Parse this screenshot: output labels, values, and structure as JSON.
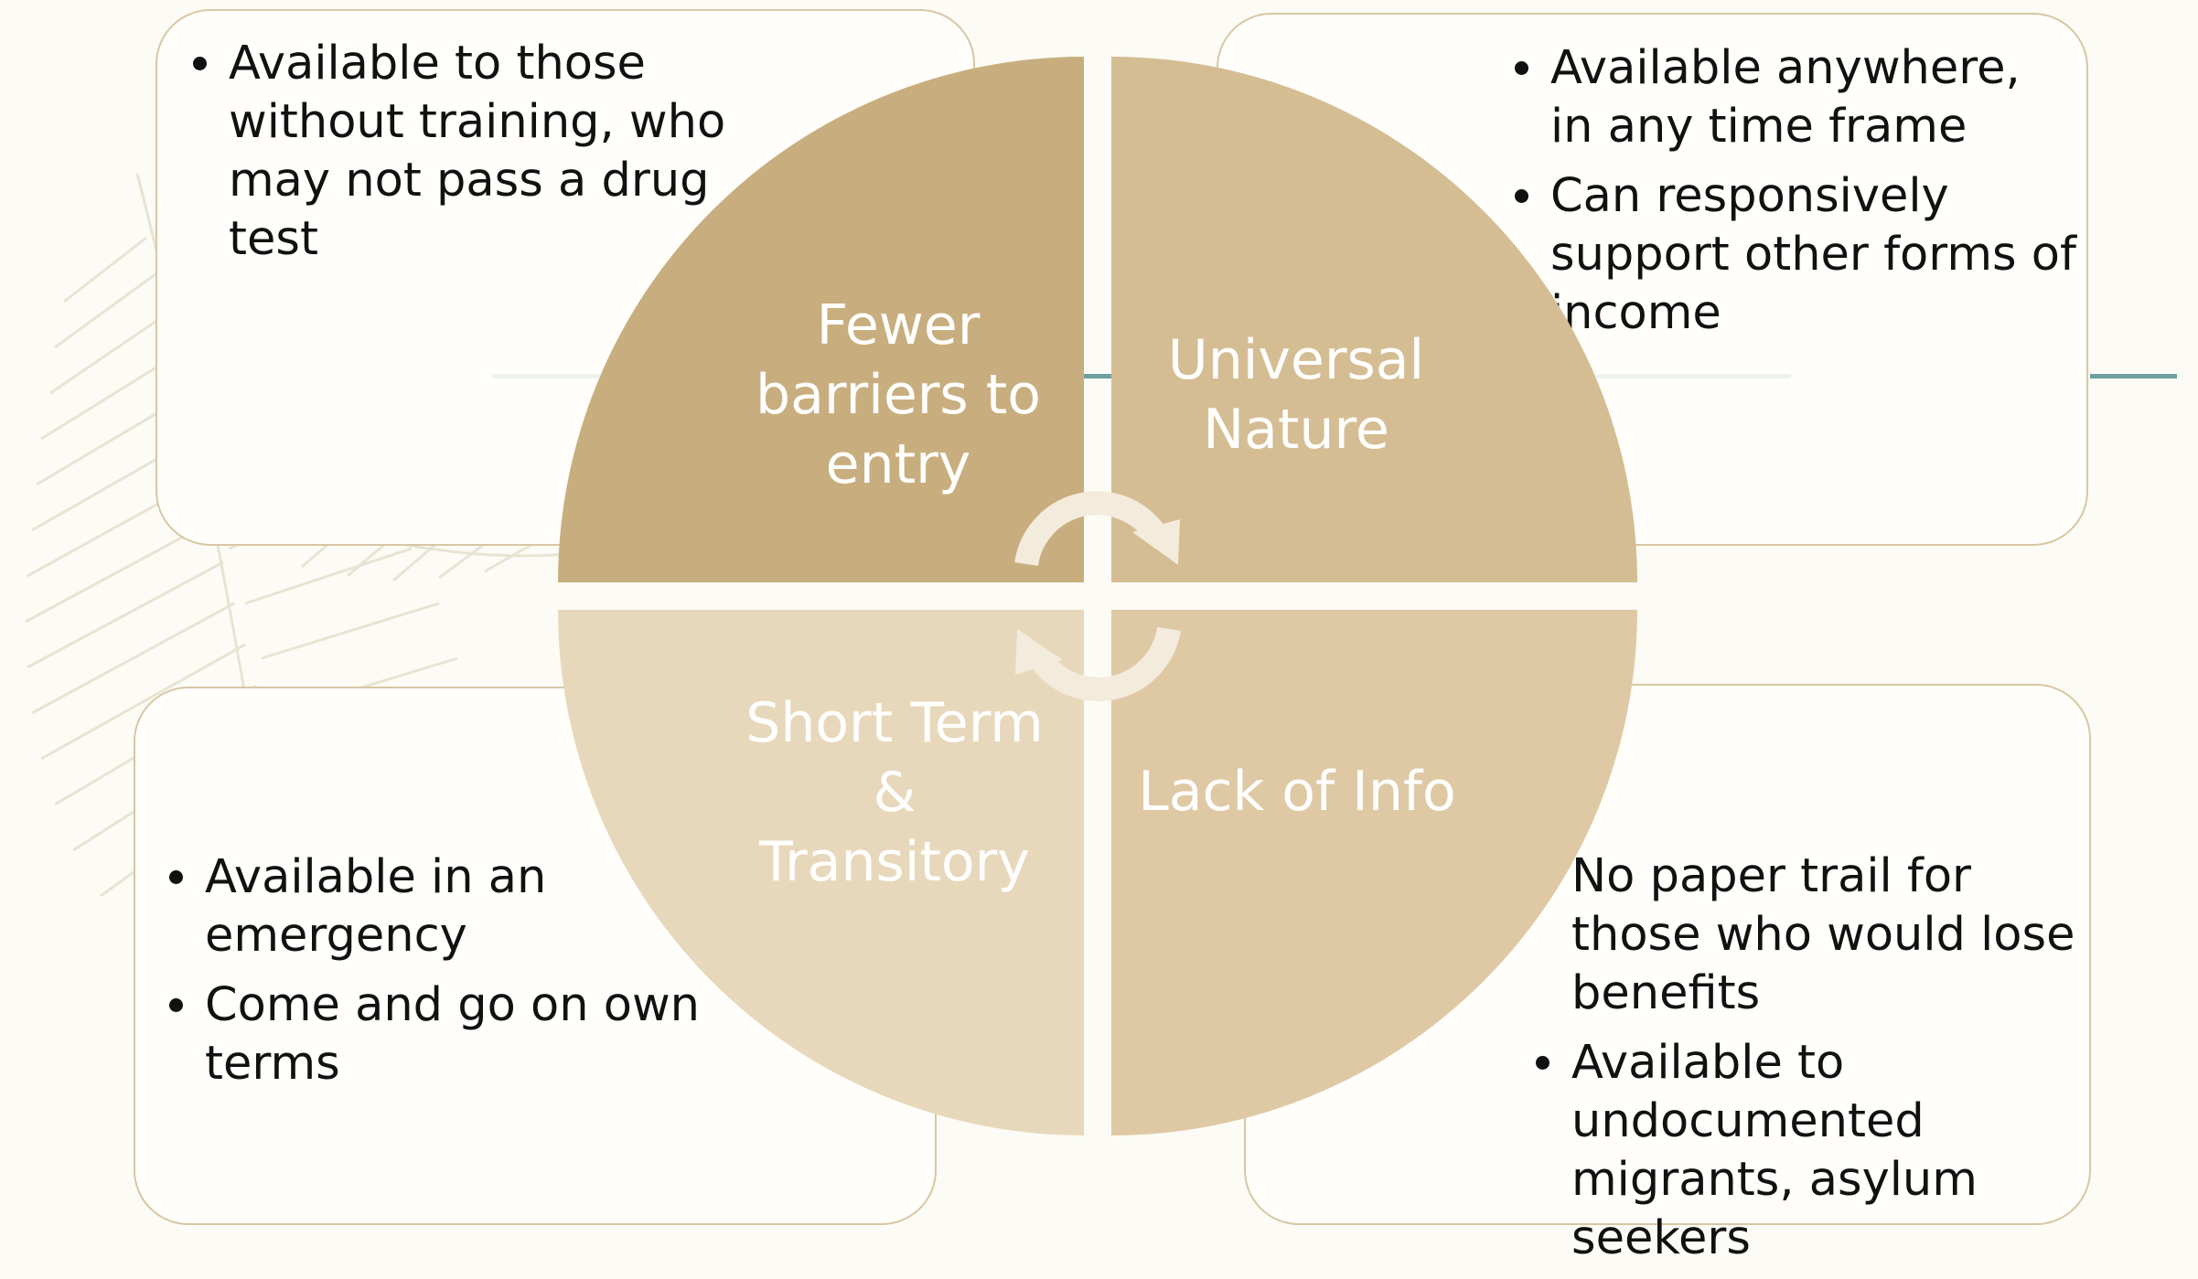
{
  "colors": {
    "background": "#fcfbf5",
    "box_border": "#d8c7a3",
    "quadrant_top_left": "#c8ae7e",
    "quadrant_top_right": "#d5bd93",
    "quadrant_bottom_left": "#e8d8bb",
    "quadrant_bottom_right": "#dfc9a4",
    "accent_line": "#6f9fa0",
    "arrow": "#f3ebdc"
  },
  "quadrants": {
    "top_left": "Fewer barriers to entry",
    "top_right": "Universal Nature",
    "bottom_left": "Short Term & Transitory",
    "bottom_right": "Lack of Info"
  },
  "boxes": {
    "top_left": [
      "Available to those without training, who may not pass a drug test"
    ],
    "top_right": [
      "Available anywhere, in any time frame",
      "Can responsively support other forms of income"
    ],
    "bottom_left": [
      "Available in an emergency",
      "Come and go on own terms"
    ],
    "bottom_right": [
      "No paper trail for those who would lose benefits",
      "Available to undocumented migrants, asylum seekers"
    ]
  },
  "icons": {
    "cycle_top": "curved-arrow-clockwise-icon",
    "cycle_bottom": "curved-arrow-counterclockwise-icon",
    "decor": "palm-leaf-decoration"
  }
}
